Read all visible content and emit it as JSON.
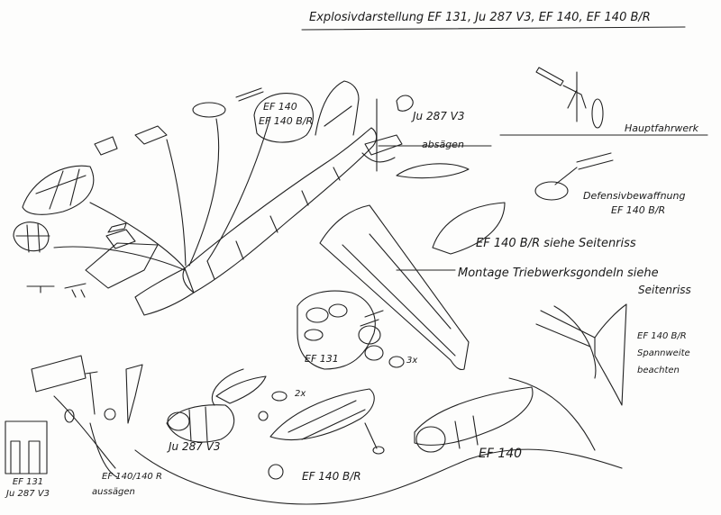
{
  "title": "Explosivdarstellung EF 131, Ju 287 V3, EF 140, EF 140 B/R",
  "labels": {
    "ef140_ef140br": [
      "EF 140",
      "EF 140 B/R"
    ],
    "ju287v3_top": "Ju 287 V3",
    "absaegen": "absägen",
    "hauptfahrwerk": "Hauptfahrwerk",
    "defensiv": [
      "Defensivbewaffnung",
      "EF 140 B/R"
    ],
    "ef140br_seitenriss": "EF 140 B/R siehe Seitenriss",
    "montage": [
      "Montage Triebwerksgondeln siehe",
      "Seitenriss"
    ],
    "spannweite": [
      "EF 140 B/R",
      "Spannweite",
      "beachten"
    ],
    "ef131_mid": "EF 131",
    "count_3x": "3x",
    "count_2x": "2x",
    "ju287v3_bottom": "Ju 287 V3",
    "ef140_140r": "EF 140/140 R",
    "aussaegen": "aussägen",
    "ef140br_bottom": "EF 140 B/R",
    "ef140_bottom": "EF 140",
    "box_label": [
      "EF 131",
      "Ju 287 V3"
    ]
  }
}
